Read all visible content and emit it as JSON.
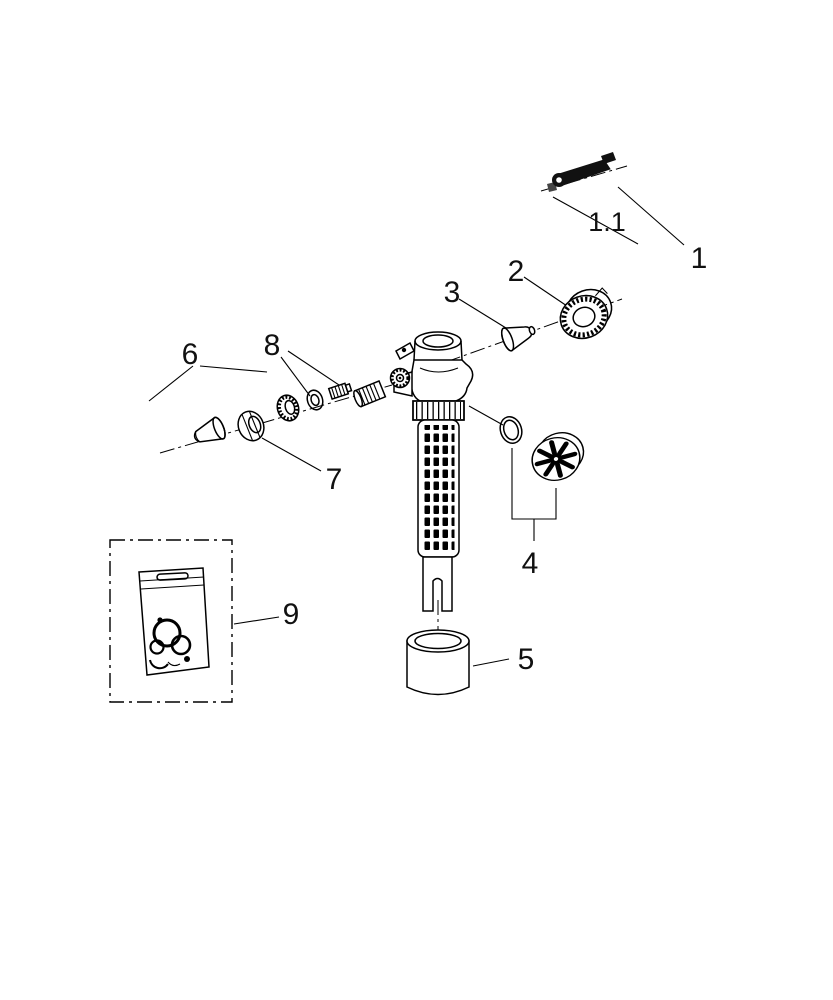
{
  "figure": {
    "background_color": "#ffffff",
    "line_color": "#000000",
    "description": "exploded-parts-diagram",
    "callouts": {
      "n1": "1",
      "n1_1": "1.1",
      "n2": "2",
      "n3": "3",
      "n4": "4",
      "n5": "5",
      "n6": "6",
      "n7": "7",
      "n8": "8",
      "n9": "9"
    }
  }
}
